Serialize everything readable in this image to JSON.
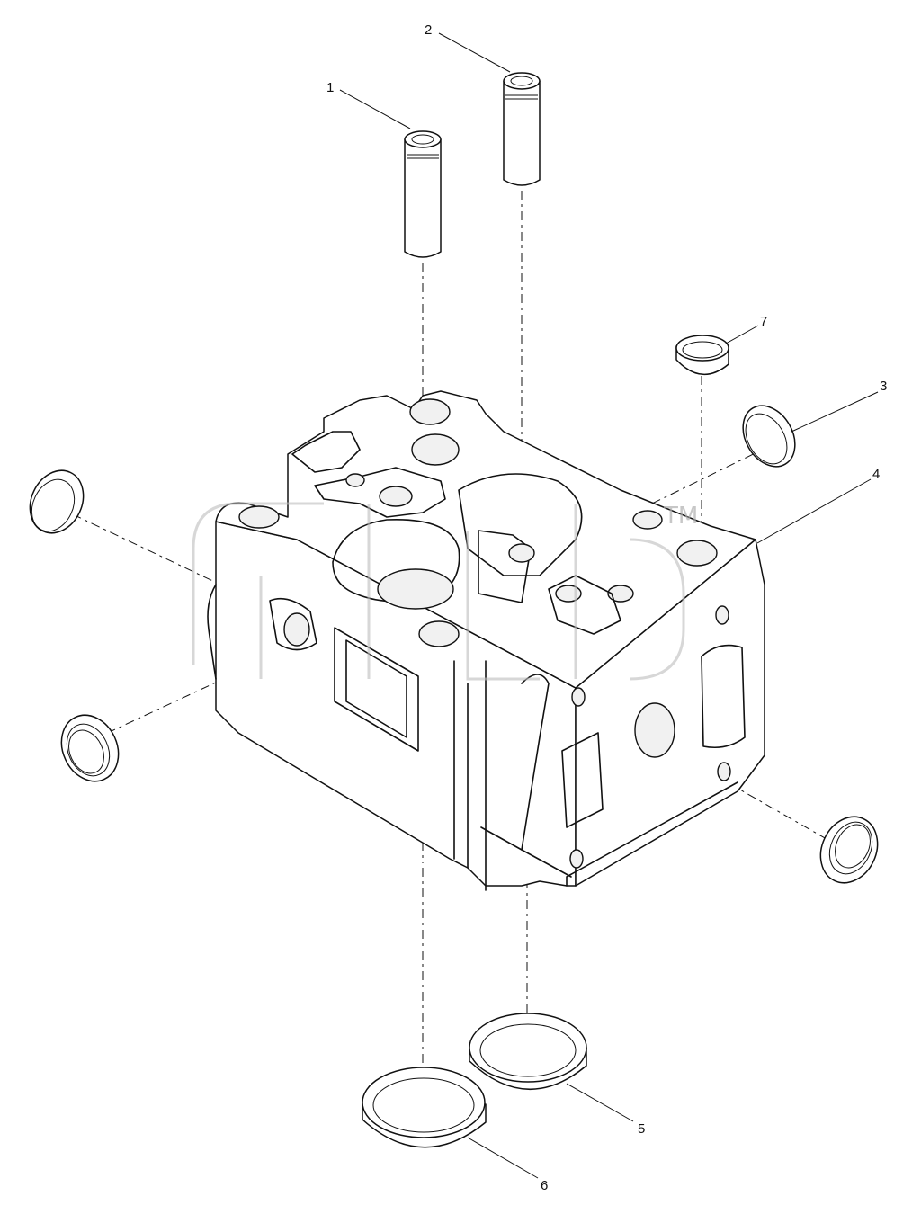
{
  "callouts": [
    {
      "id": "1",
      "label": "1"
    },
    {
      "id": "2",
      "label": "2"
    },
    {
      "id": "3",
      "label": "3"
    },
    {
      "id": "4",
      "label": "4"
    },
    {
      "id": "5",
      "label": "5"
    },
    {
      "id": "6",
      "label": "6"
    },
    {
      "id": "7",
      "label": "7"
    }
  ],
  "watermark": {
    "text": "",
    "tm": "TM"
  },
  "corner_stamp": ""
}
